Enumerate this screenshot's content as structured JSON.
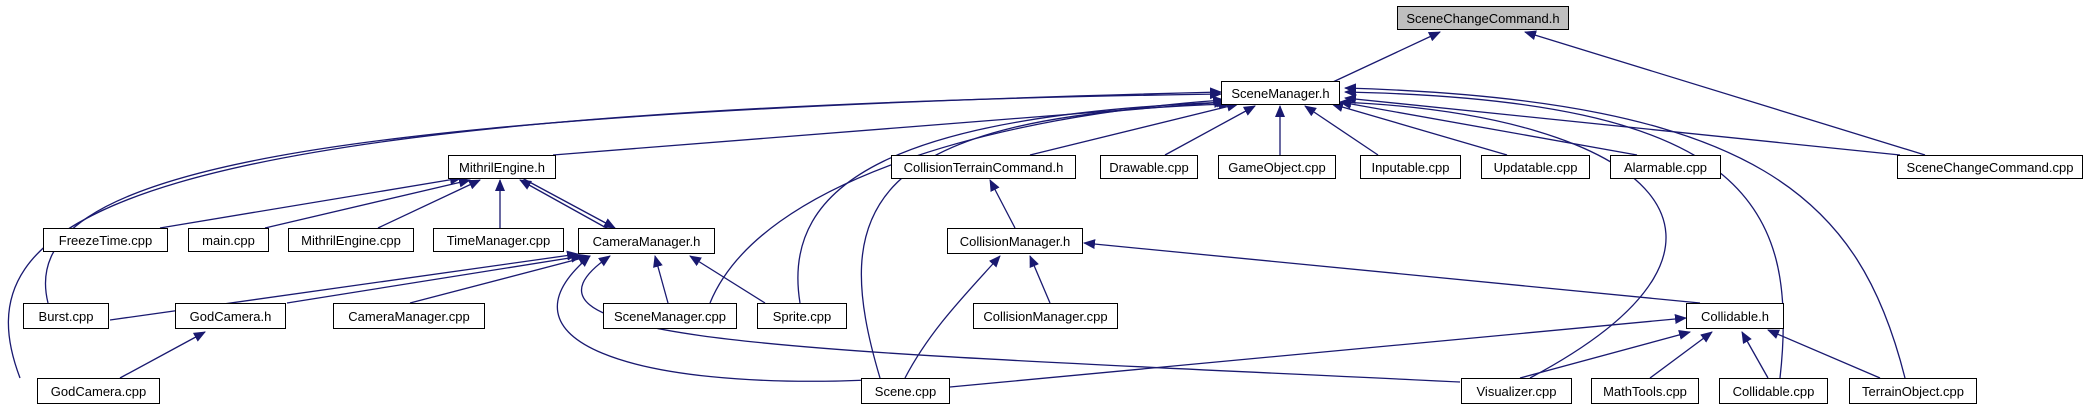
{
  "graph": {
    "edge_color": "#191970",
    "root_fill": "#bfbfbf",
    "nodes": {
      "scene_change_command_h": "SceneChangeCommand.h",
      "scene_manager_h": "SceneManager.h",
      "mithril_engine_h": "MithrilEngine.h",
      "collision_terrain_command_h": "CollisionTerrainCommand.h",
      "drawable_cpp": "Drawable.cpp",
      "game_object_cpp": "GameObject.cpp",
      "inputable_cpp": "Inputable.cpp",
      "updatable_cpp": "Updatable.cpp",
      "alarmable_cpp": "Alarmable.cpp",
      "scene_change_command_cpp": "SceneChangeCommand.cpp",
      "freeze_time_cpp": "FreezeTime.cpp",
      "main_cpp": "main.cpp",
      "mithril_engine_cpp": "MithrilEngine.cpp",
      "time_manager_cpp": "TimeManager.cpp",
      "camera_manager_h": "CameraManager.h",
      "collision_manager_h": "CollisionManager.h",
      "burst_cpp": "Burst.cpp",
      "god_camera_h": "GodCamera.h",
      "camera_manager_cpp": "CameraManager.cpp",
      "scene_manager_cpp": "SceneManager.cpp",
      "sprite_cpp": "Sprite.cpp",
      "collision_manager_cpp": "CollisionManager.cpp",
      "collidable_h": "Collidable.h",
      "god_camera_cpp": "GodCamera.cpp",
      "scene_cpp": "Scene.cpp",
      "visualizer_cpp": "Visualizer.cpp",
      "math_tools_cpp": "MathTools.cpp",
      "collidable_cpp": "Collidable.cpp",
      "terrain_object_cpp": "TerrainObject.cpp"
    }
  }
}
